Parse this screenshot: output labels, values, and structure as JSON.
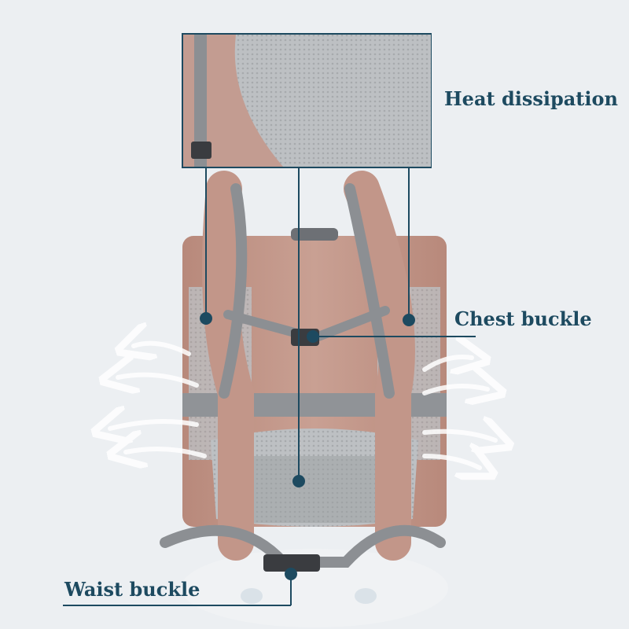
{
  "labels": {
    "heat_dissipation": "Heat dissipation",
    "chest_buckle": "Chest buckle",
    "waist_buckle": "Waist buckle"
  },
  "colors": {
    "background": "#eceff2",
    "bag_fabric": "#c59a8d",
    "strap": "#8c8f93",
    "mesh": "#b9bcbf",
    "label_text": "#1d4a60",
    "callout_line": "#1d4a60"
  }
}
